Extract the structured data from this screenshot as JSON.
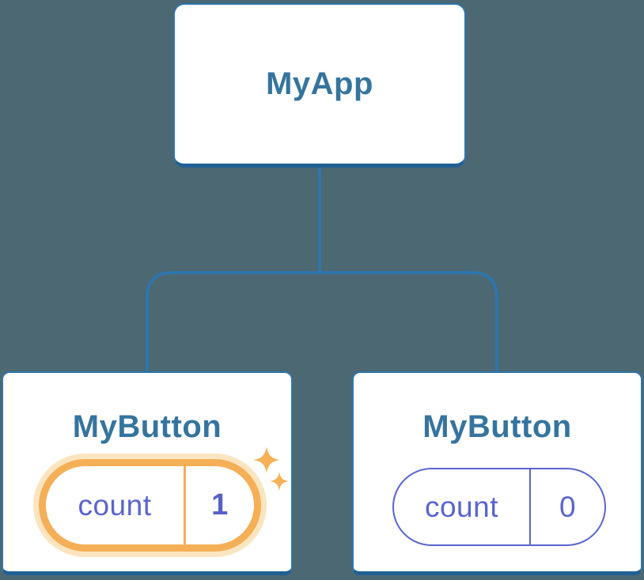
{
  "diagram": {
    "kind": "component-tree",
    "colors": {
      "background": "#4C6872",
      "connector": "#2E76AD",
      "card_border": "#2E76AD",
      "card_border_bottom": "#1F6095",
      "card_background": "#FFFFFF",
      "title_text": "#35749E",
      "state_text": "#5A64CE",
      "highlight_ring": "#F5AF57",
      "highlight_glow": "#FBE5C0",
      "sparkle": "#F5B155"
    },
    "root": {
      "title": "MyApp"
    },
    "children": [
      {
        "title": "MyButton",
        "state": {
          "label": "count",
          "value": "1"
        },
        "highlighted": true,
        "badge_icons": [
          "sparkle-large-icon",
          "sparkle-small-icon"
        ]
      },
      {
        "title": "MyButton",
        "state": {
          "label": "count",
          "value": "0"
        },
        "highlighted": false,
        "badge_icons": []
      }
    ]
  }
}
